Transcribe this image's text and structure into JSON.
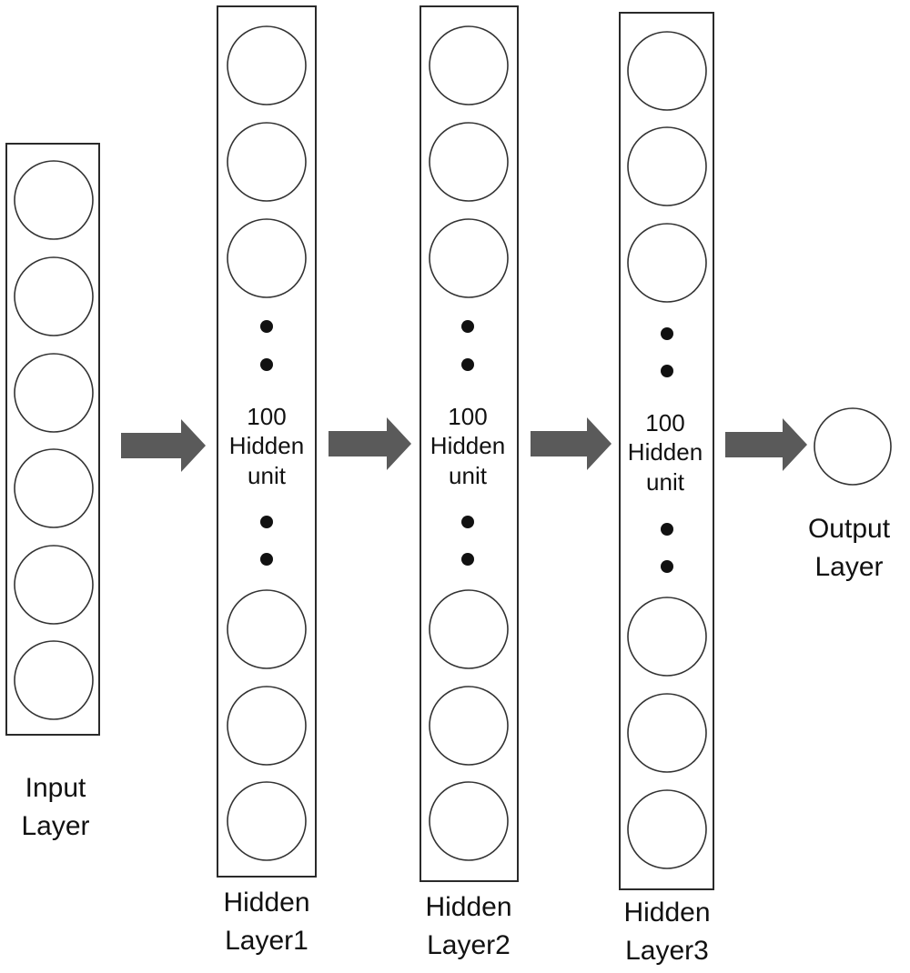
{
  "layers": {
    "input": {
      "label_line1": "Input",
      "label_line2": "Layer"
    },
    "hidden1": {
      "count": "100",
      "unit_line1": "Hidden",
      "unit_line2": "unit",
      "label_line1": "Hidden",
      "label_line2": "Layer1"
    },
    "hidden2": {
      "count": "100",
      "unit_line1": "Hidden",
      "unit_line2": "unit",
      "label_line1": "Hidden",
      "label_line2": "Layer2"
    },
    "hidden3": {
      "count": "100",
      "unit_line1": "Hidden",
      "unit_line2": "unit",
      "label_line1": "Hidden",
      "label_line2": "Layer3"
    },
    "output": {
      "label_line1": "Output",
      "label_line2": "Layer"
    }
  },
  "colors": {
    "arrow": "#5a5a5a",
    "stroke": "#2a2a2a",
    "background": "#ffffff"
  }
}
